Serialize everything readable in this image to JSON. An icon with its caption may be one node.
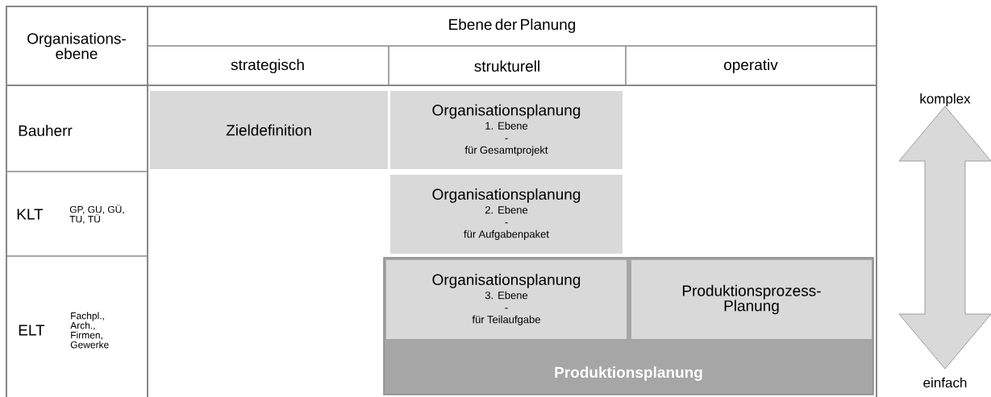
{
  "diagram": {
    "nodes": [
      {
        "text": [
          "Zieldefinition"
        ]
      },
      {
        "text": [
          "Organisationsplanung",
          "1. Ebene",
          "-",
          "für Gesamtprojekt"
        ]
      },
      {
        "text": [
          "Organisationsplanung",
          "2. Ebene",
          "-",
          "für Aufgabenpaket"
        ]
      },
      {
        "text": [
          "Produktionsplanung"
        ]
      },
      {
        "text": [
          "Organisationsplanung",
          "3. Ebene",
          "-",
          "für Teilaufgabe"
        ],
        "in": 3
      },
      {
        "text": [
          "Produktionsprozess- Planung"
        ],
        "in": 3
      }
    ],
    "labels": [
      "Organisations- ebene",
      "Ebene der Planung",
      "strategisch",
      "strukturell",
      "operativ",
      "Bauherr",
      "KLT",
      "GP, GU, GÜ, TU, TÜ",
      "ELT",
      "Fachpl., Arch., Firmen, Gewerke",
      "komplex",
      "einfach"
    ]
  }
}
